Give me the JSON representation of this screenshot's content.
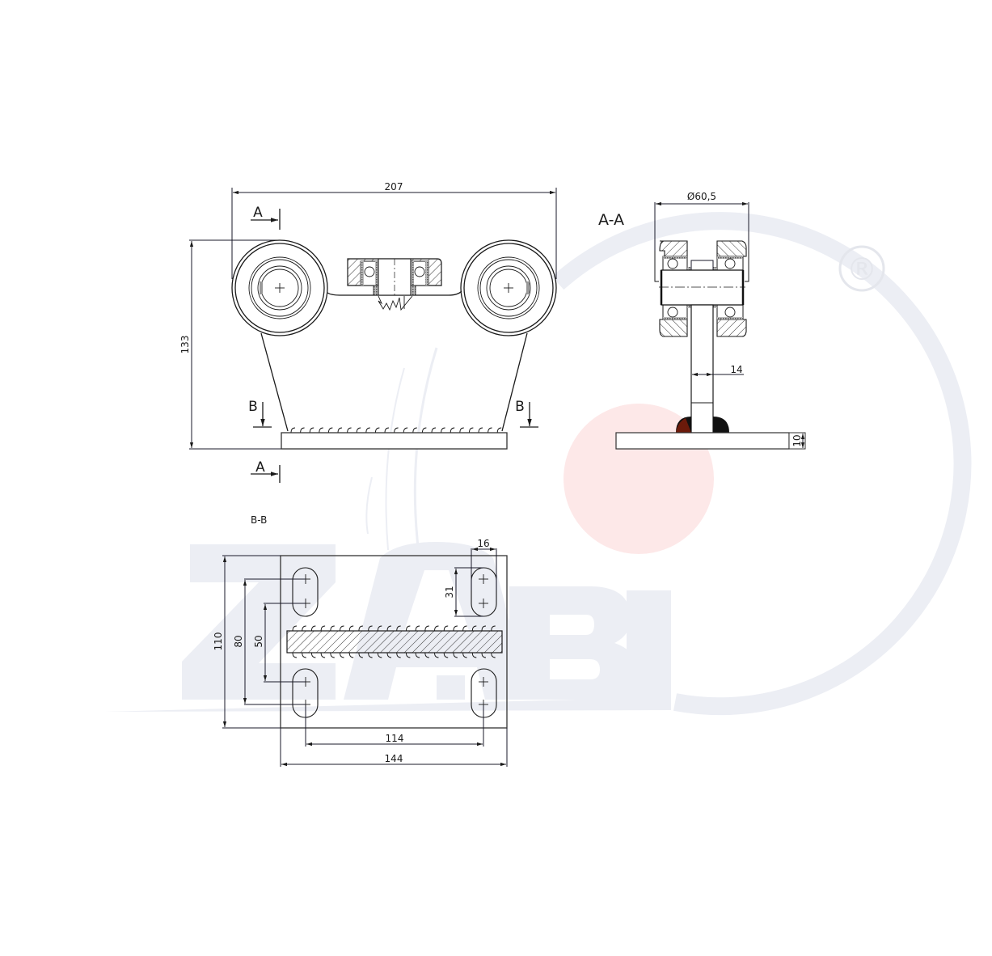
{
  "drawing": {
    "title_views": {
      "front": "",
      "section_aa": "A-A",
      "section_bb": "B-B"
    },
    "section_markers": {
      "a_top": "A",
      "a_bottom": "A",
      "b_left": "B",
      "b_right": "B"
    },
    "front_view": {
      "dimensions": {
        "overall_width": "207",
        "overall_height": "133"
      }
    },
    "section_aa_view": {
      "dimensions": {
        "wheel_diameter": "Ø60,5",
        "stem_width": "14",
        "plate_thickness": "10"
      }
    },
    "section_bb_view": {
      "dimensions": {
        "plate_width": "144",
        "hole_spacing_x": "114",
        "plate_height": "110",
        "slot_outer": "80",
        "slot_inner": "50",
        "slot_length": "31",
        "slot_width": "16"
      }
    },
    "watermark": {
      "brand": "ZABI",
      "registered_mark": "®",
      "colors": {
        "gray": "#eceef4",
        "red": "#fde8e8"
      }
    }
  }
}
